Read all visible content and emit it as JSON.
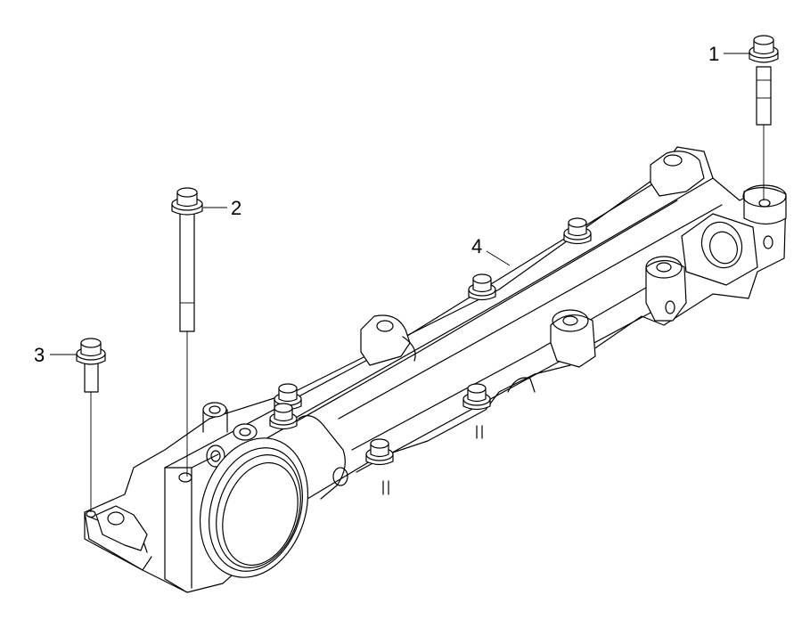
{
  "callouts": [
    {
      "id": "1",
      "label": "1",
      "part": "bolt"
    },
    {
      "id": "2",
      "label": "2",
      "part": "bolt"
    },
    {
      "id": "3",
      "label": "3",
      "part": "bolt"
    },
    {
      "id": "4",
      "label": "4",
      "part": "cylinder-head-cover"
    }
  ],
  "colors": {
    "line": "#000000",
    "background": "#ffffff"
  }
}
